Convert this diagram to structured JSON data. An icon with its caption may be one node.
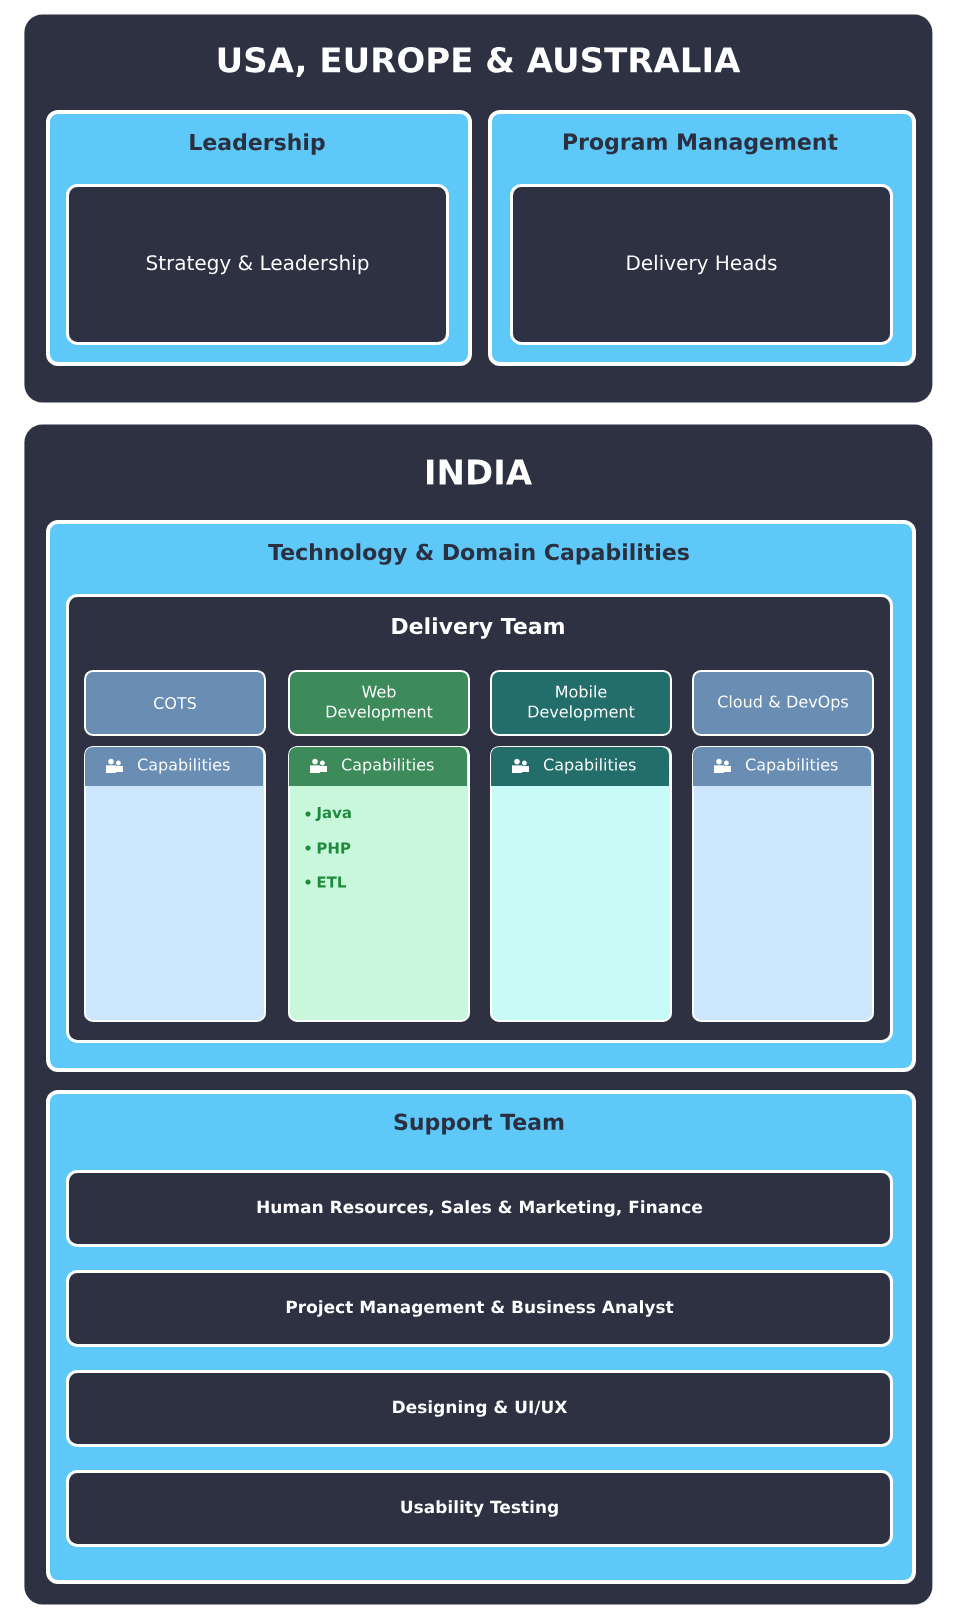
{
  "diagram": {
    "nodes": [
      {
        "text": [
          "USA, EUROPE & AUSTRALIA"
        ]
      },
      {
        "text": [
          "Leadership"
        ],
        "in": 0
      },
      {
        "text": [
          "Strategy & Leadership"
        ],
        "in": 1
      },
      {
        "text": [
          "Program Management"
        ],
        "in": 0
      },
      {
        "text": [
          "Delivery Heads"
        ],
        "in": 3
      },
      {
        "text": [
          "INDIA"
        ]
      },
      {
        "text": [
          "Technology & Domain Capabilities"
        ],
        "in": 5
      },
      {
        "text": [
          "Delivery Team"
        ],
        "in": 6
      },
      {
        "text": [
          "COTS"
        ],
        "in": 7
      },
      {
        "text": [
          "Capabilities"
        ],
        "in": 7
      },
      {
        "text": [
          "Web Development"
        ],
        "in": 7
      },
      {
        "text": [
          "Capabilities",
          "Java",
          "PHP",
          "ETL"
        ],
        "in": 7
      },
      {
        "text": [
          "Mobile Development"
        ],
        "in": 7
      },
      {
        "text": [
          "Capabilities"
        ],
        "in": 7
      },
      {
        "text": [
          "Cloud & DevOps"
        ],
        "in": 7
      },
      {
        "text": [
          "Capabilities"
        ],
        "in": 7
      },
      {
        "text": [
          "Support Team"
        ],
        "in": 5
      },
      {
        "text": [
          "Human Resources, Sales & Marketing, Finance"
        ],
        "in": 16
      },
      {
        "text": [
          "Project Management & Business Analyst"
        ],
        "in": 16
      },
      {
        "text": [
          "Designing & UI/UX"
        ],
        "in": 16
      },
      {
        "text": [
          "Usability Testing"
        ],
        "in": 16
      }
    ]
  }
}
